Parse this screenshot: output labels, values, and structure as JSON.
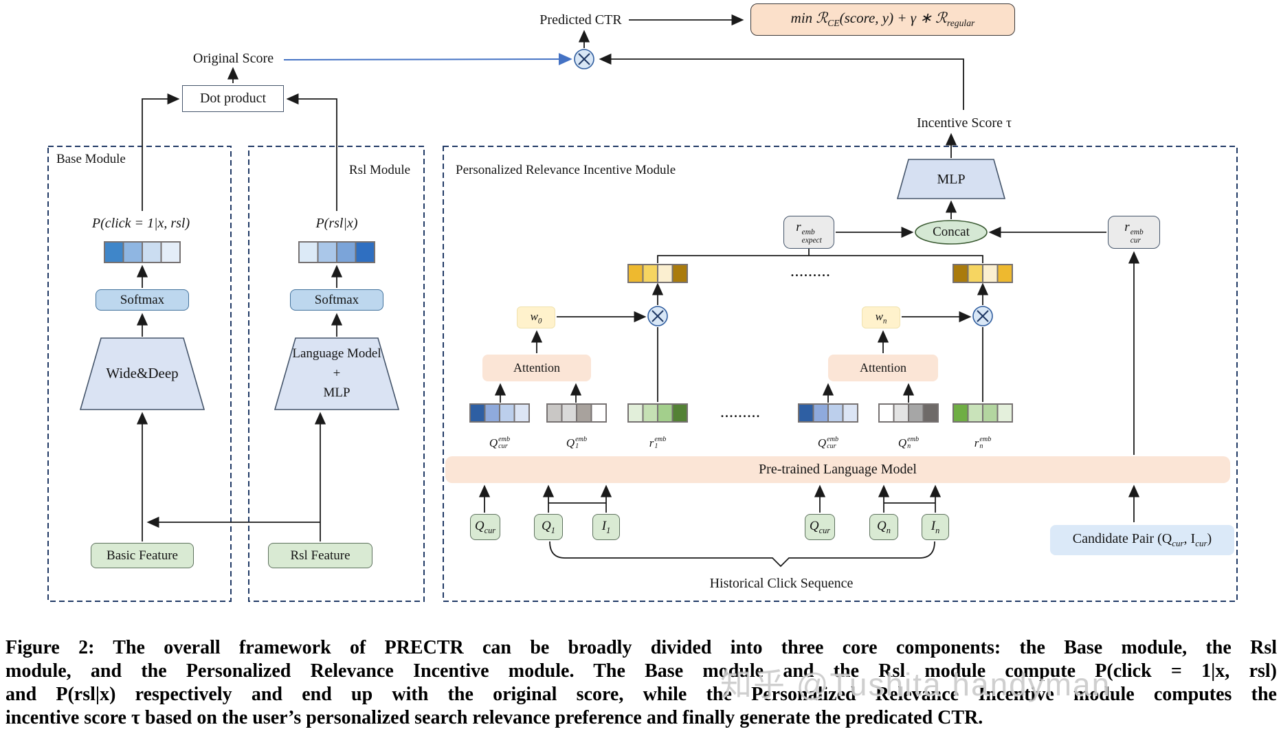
{
  "header": {
    "predicted_ctr": "Predicted CTR",
    "original_score": "Original Score",
    "dot_product": "Dot product",
    "incentive_score": "Incentive Score τ",
    "loss_formula": {
      "p1": "min ℛ",
      "s1": "CE",
      "p2": "(score, y) + γ ∗ ℛ",
      "s2": "regular"
    }
  },
  "base_module": {
    "title": "Base Module",
    "output_label": "P(click = 1|x, rsl)",
    "softmax": "Softmax",
    "model": "Wide&Deep",
    "feature": "Basic Feature",
    "bar_colors": [
      "#3f86c9",
      "#8fb6e2",
      "#cbddf1",
      "#e4edf8"
    ]
  },
  "rsl_module": {
    "title": "Rsl Module",
    "output_label": "P(rsl|x)",
    "softmax": "Softmax",
    "model_line1": "Language Model",
    "model_line2": "+",
    "model_line3": "MLP",
    "feature": "Rsl Feature",
    "bar_colors": [
      "#dceaf7",
      "#aac7e9",
      "#7ba4d9",
      "#2f6fc1"
    ]
  },
  "pri_module": {
    "title": "Personalized Relevance Incentive Module",
    "mlp": "MLP",
    "concat": "Concat",
    "r_expect": {
      "base": "r",
      "sup": "emb",
      "sub": "expect"
    },
    "r_cur": {
      "base": "r",
      "sup": "emb",
      "sub": "cur"
    },
    "w0": {
      "base": "w",
      "sub": "0"
    },
    "wn": {
      "base": "w",
      "sub": "n"
    },
    "attention_left": "Attention",
    "attention_right": "Attention",
    "dots_top": ".........",
    "dots_mid": ".........",
    "plm": "Pre-trained Language Model",
    "history_label": "Historical Click Sequence",
    "candidate_pair": {
      "p1": "Candidate Pair  (Q",
      "s1": "cur",
      "p2": ", I",
      "s2": "cur",
      "p3": ")"
    },
    "weighted_bar_left": [
      "#eeb92f",
      "#f6d561",
      "#fbefd0",
      "#aa7b0c"
    ],
    "weighted_bar_right": [
      "#aa7b0c",
      "#f6d561",
      "#fbefd0",
      "#eeb92f"
    ],
    "emb_bars": [
      {
        "label": {
          "base": "Q",
          "sup": "emb",
          "sub": "cur"
        },
        "cells": [
          "#2e5fa3",
          "#8faadc",
          "#bccfec",
          "#dce5f5"
        ]
      },
      {
        "label": {
          "base": "Q",
          "sup": "emb",
          "sub": "1"
        },
        "cells": [
          "#c9c7c5",
          "#d9d9d9",
          "#a8a29d",
          "#ffffff"
        ]
      },
      {
        "label": {
          "base": "r",
          "sup": "emb",
          "sub": "1"
        },
        "cells": [
          "#e2efda",
          "#c5e0b4",
          "#a3cf8c",
          "#538135"
        ]
      },
      {
        "label": {
          "base": "Q",
          "sup": "emb",
          "sub": "cur"
        },
        "cells": [
          "#2e5fa3",
          "#8faadc",
          "#bccfec",
          "#dce5f5"
        ]
      },
      {
        "label": {
          "base": "Q",
          "sup": "emb",
          "sub": "n"
        },
        "cells": [
          "#ffffff",
          "#e3e3e3",
          "#a6a6a6",
          "#6e6a68"
        ]
      },
      {
        "label": {
          "base": "r",
          "sup": "emb",
          "sub": "n"
        },
        "cells": [
          "#6fae44",
          "#c9e3ba",
          "#b3d6a0",
          "#e4f0dc"
        ]
      }
    ],
    "inputs": [
      {
        "base": "Q",
        "sub": "cur"
      },
      {
        "base": "Q",
        "sub": "1"
      },
      {
        "base": "I",
        "sub": "1"
      },
      {
        "base": "Q",
        "sub": "cur"
      },
      {
        "base": "Q",
        "sub": "n"
      },
      {
        "base": "I",
        "sub": "n"
      }
    ]
  },
  "caption": {
    "lines": [
      "Figure 2: The overall framework of PRECTR can be broadly divided into three core components: the Base module, the Rsl",
      "module, and the Personalized Relevance Incentive module. The Base module and the Rsl module compute P(click = 1|x, rsl)",
      "and P(rsl|x) respectively and end up with the original score, while the Personalized Relevance Incentive module computes the",
      "incentive score τ based on the user’s personalized search relevance preference and finally generate the predicated CTR."
    ]
  },
  "watermark": "知乎 @Tushita handyman",
  "colors": {
    "accent_blue_line": "#4472c4",
    "dash_border": "#1f3864",
    "wire": "#1a1a1a",
    "trapezoid_fill": "#dae3f3",
    "concat_fill": "#d5e8d4",
    "multiply_fill": "#d9e7f6"
  }
}
